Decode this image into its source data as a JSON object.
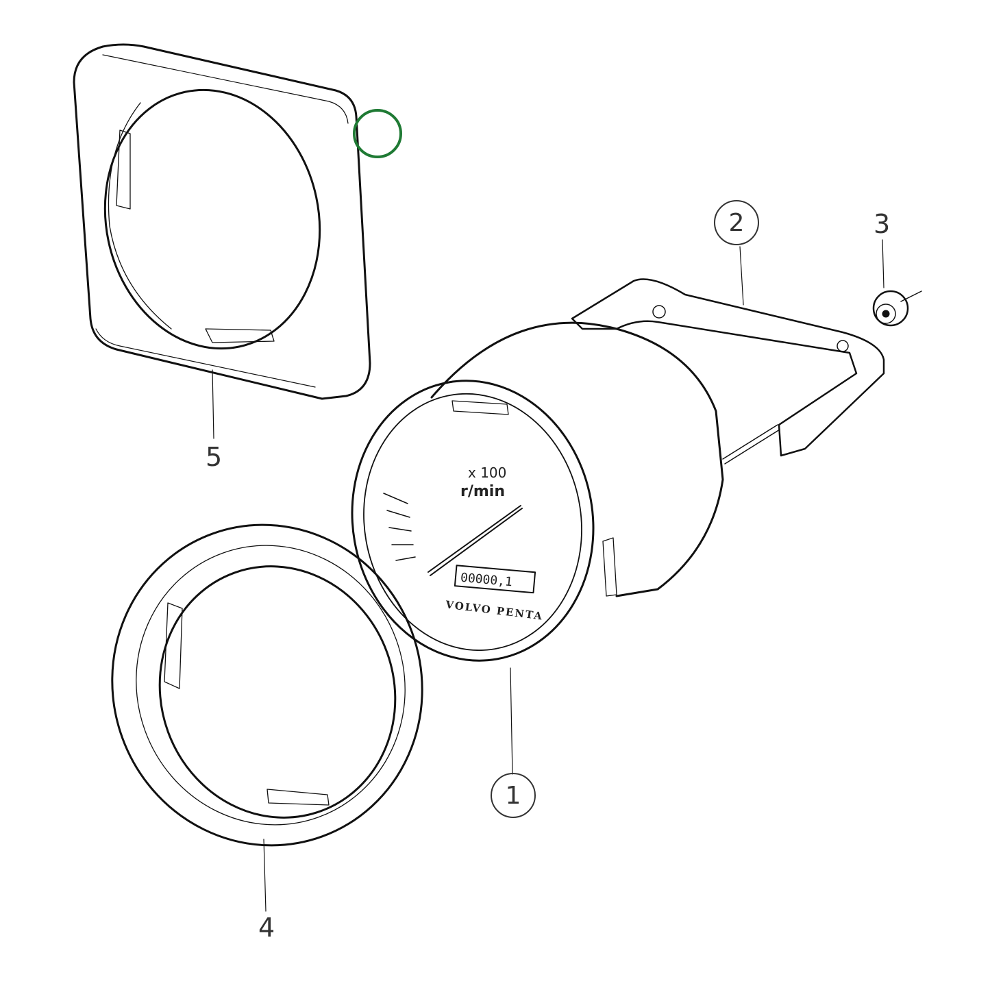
{
  "diagram": {
    "title": "Tachometer instrument exploded view",
    "parts": [
      {
        "id": "1",
        "label": "1",
        "style": "circled",
        "name": "Tachometer"
      },
      {
        "id": "2",
        "label": "2",
        "style": "circled",
        "name": "Mounting bracket"
      },
      {
        "id": "3",
        "label": "3",
        "style": "plain",
        "name": "Knurled nut"
      },
      {
        "id": "4",
        "label": "4",
        "style": "plain",
        "name": "Bezel ring"
      },
      {
        "id": "5",
        "label": "5",
        "style": "plain",
        "name": "Square panel frame"
      }
    ],
    "dial": {
      "multiplier": "x 100",
      "unit": "r/min",
      "odometer": "00000,1",
      "brand": "VOLVO PENTA"
    },
    "marker": {
      "color": "#1f7a34",
      "shape": "circle"
    }
  }
}
